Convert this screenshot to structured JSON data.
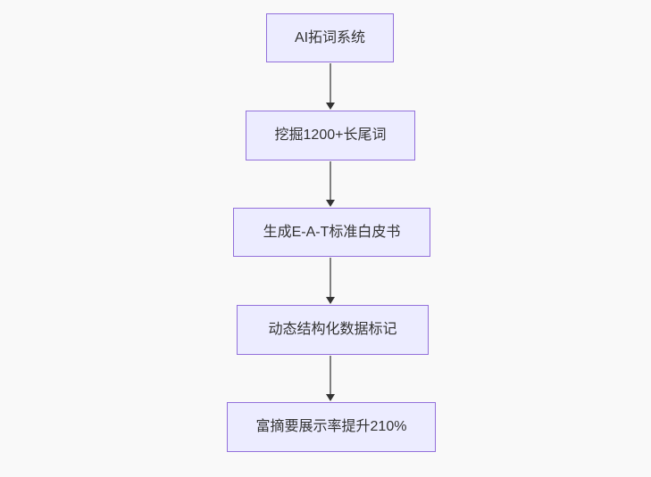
{
  "diagram": {
    "type": "flowchart",
    "direction": "top-down",
    "colors": {
      "background": "#f9f9f9",
      "node_fill": "#ececff",
      "node_border": "#9370db",
      "text": "#333333",
      "edge_line": "#808080",
      "arrowhead": "#333333"
    },
    "nodes": [
      {
        "label": "AI拓词系统"
      },
      {
        "label": "挖掘1200+长尾词"
      },
      {
        "label": "生成E-A-T标准白皮书"
      },
      {
        "label": "动态结构化数据标记"
      },
      {
        "label": "富摘要展示率提升210%"
      }
    ],
    "edges": [
      {
        "from_index": 0,
        "to_index": 1,
        "style": "arrow-down"
      },
      {
        "from_index": 1,
        "to_index": 2,
        "style": "arrow-down"
      },
      {
        "from_index": 2,
        "to_index": 3,
        "style": "arrow-down"
      },
      {
        "from_index": 3,
        "to_index": 4,
        "style": "arrow-down"
      }
    ]
  }
}
